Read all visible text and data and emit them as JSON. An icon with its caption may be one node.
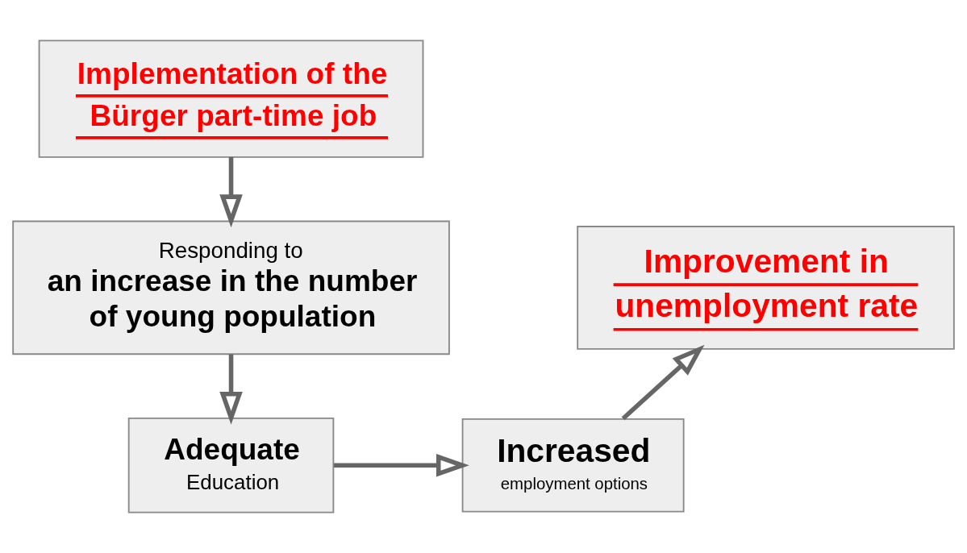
{
  "diagram": {
    "nodes": [
      {
        "text": [
          "Implementation of the Bürger part-time job"
        ]
      },
      {
        "text": [
          "Responding to",
          "an increase in the number of young population"
        ]
      },
      {
        "text": [
          "Adequate",
          "Education"
        ]
      },
      {
        "text": [
          "Increased",
          "employment options"
        ]
      },
      {
        "text": [
          "Improvement in unemployment rate"
        ]
      }
    ],
    "edges": [
      {
        "from": 0,
        "to": 1,
        "arrow": "to"
      },
      {
        "from": 1,
        "to": 2,
        "arrow": "to"
      },
      {
        "from": 2,
        "to": 3,
        "arrow": "to"
      },
      {
        "from": 3,
        "to": 4,
        "arrow": "to"
      }
    ]
  }
}
